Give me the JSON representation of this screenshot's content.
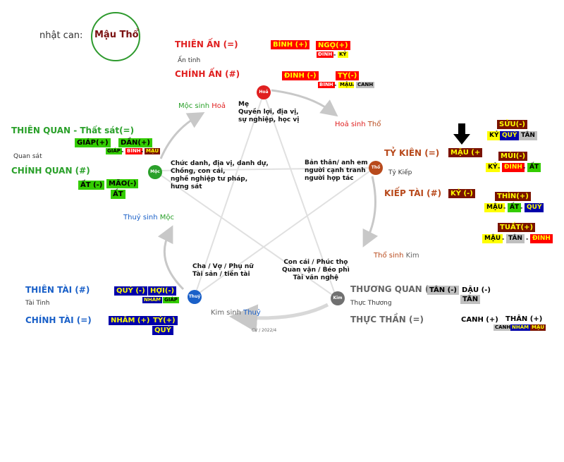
{
  "header": {
    "label": "nhật can:",
    "day_stem": "Mậu Thổ"
  },
  "colors": {
    "fire": "#e02020",
    "earth": "#b84a1c",
    "wood": "#2aa02a",
    "water": "#1a60c8",
    "metal": "#666666",
    "ring": "#bfbfbf"
  },
  "fire": {
    "thien_an": "THIÊN ẤN (=)",
    "thien_an_sub": "Ấn tinh",
    "chinh_an": "CHÍNH ẤN (#)",
    "binh": "BÍNH (+)",
    "ngo": "NGỌ(+)",
    "ngo_h1": "ĐINH",
    "ngo_h2": "KỶ",
    "dinh": "ĐINH (-)",
    "ty": "TỴ(-)",
    "ty_h1": "BÍNH",
    "ty_h2": "MẬU",
    "ty_h3": "CANH",
    "node": "Hoả",
    "desc": [
      "Mẹ",
      "Quyền lợi, địa vị,",
      "sự nghiệp, học vị"
    ]
  },
  "earth": {
    "ty_kien": "TỶ KIÊN (=)",
    "ty_kiep_sub": "Tỷ Kiếp",
    "kiep_tai": "KIẾP TÀI (#)",
    "mau": "MẬU (+",
    "ky": "KỶ (-)",
    "suu": "SỬU(-)",
    "suu_h1": "KỶ",
    "suu_h2": "QUÝ",
    "suu_h3": "TÂN",
    "mui": "MÙI(-)",
    "mui_h1": "KỶ",
    "mui_h2": "ĐINH",
    "mui_h3": "ẤT",
    "thin": "THÌN(+)",
    "thin_h1": "MẬU",
    "thin_h2": "ẤT",
    "thin_h3": "QUÝ",
    "tuat": "TUẤT(+)",
    "tuat_h1": "MẬU",
    "tuat_h2": "TÂN",
    "tuat_h3": "ĐINH",
    "node": "Thổ",
    "desc": [
      "Bản thân/ anh em",
      "người cạnh tranh",
      "người hợp tác"
    ]
  },
  "wood": {
    "thien_quan": "THIÊN QUAN - Thất sát(=)",
    "quan_sat_sub": "Quan sát",
    "chinh_quan": "CHÍNH QUAN (#)",
    "giap": "GIÁP(+)",
    "dan": "DẦN(+)",
    "dan_h1": "GIÁP",
    "dan_h2": "BÍNH",
    "dan_h3": "MẬU",
    "at": "ẤT (-)",
    "mao": "MÃO(-)",
    "mao_h1": "ẤT",
    "node": "Mộc",
    "desc": [
      "Chức danh, địa vị, danh dự,",
      "Chồng, con cái,",
      "nghề nghiệp tư pháp,",
      "hưng sát"
    ]
  },
  "water": {
    "thien_tai": "THIÊN TÀI (#)",
    "tai_tinh_sub": "Tài Tinh",
    "chinh_tai": "CHÍNH TÀI (=)",
    "quy": "QUÝ (-)",
    "hoi": "HỢI(-)",
    "hoi_h1": "NHÂM",
    "hoi_h2": "GIÁP",
    "nham": "NHÂM (+)",
    "ty": "TÝ(+)",
    "ty_h1": "QUÝ",
    "node": "Thuỷ",
    "desc": [
      "Cha / Vợ / Phụ nữ",
      "Tài sản / tiền tài"
    ]
  },
  "metal": {
    "thuong_quan": "THƯƠNG QUAN (",
    "thuc_thuong_sub": "Thực Thương",
    "thuc_than": "THỰC THẦN (=)",
    "tan": "TÂN (-)",
    "dau": "DẬU (-)",
    "dau_h1": "TÂN",
    "canh": "CANH (+)",
    "than": "THÂN (+)",
    "than_h1": "CANH",
    "than_h2": "NHÂM",
    "than_h3": "MẬU",
    "node": "Kim",
    "desc": [
      "Con cái / Phúc thọ",
      "Quan vận / Béo phì",
      "Tài văn nghệ"
    ]
  },
  "cycle": {
    "moc_hoa_a": "Mộc sinh ",
    "moc_hoa_b": "Hoả",
    "hoa_tho_a": "Hoả sinh ",
    "hoa_tho_b": "Thổ",
    "tho_kim_a": "Thổ sinh ",
    "tho_kim_b": "Kim",
    "kim_thuy_a": "Kim sinh ",
    "kim_thuy_b": "Thuỷ",
    "thuy_moc_a": "Thuỷ sinh ",
    "thuy_moc_b": "Mộc"
  },
  "footer": "CV / 2022/4"
}
